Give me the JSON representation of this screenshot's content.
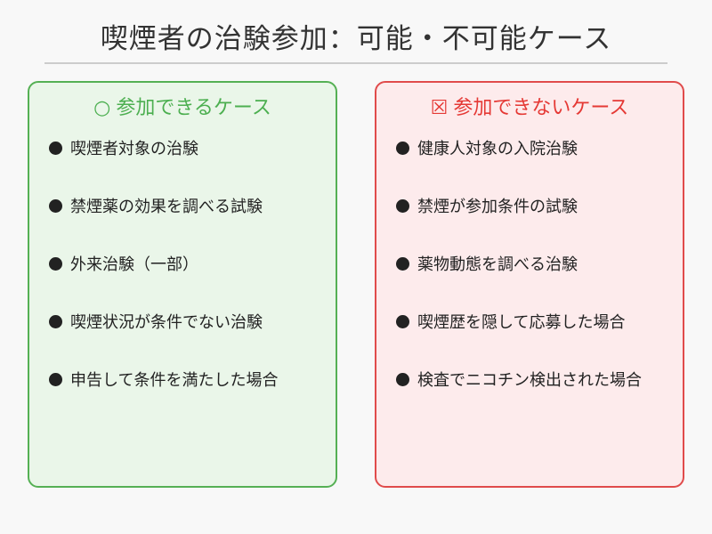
{
  "title": "喫煙者の治験参加：可能・不可能ケース",
  "ok_panel": {
    "icon": "○",
    "heading": "参加できるケース",
    "items": [
      "喫煙者対象の治験",
      "禁煙薬の効果を調べる試験",
      "外来治験（一部）",
      "喫煙状況が条件でない治験",
      "申告して条件を満たした場合"
    ]
  },
  "ng_panel": {
    "icon": "☒",
    "heading": "参加できないケース",
    "items": [
      "健康人対象の入院治験",
      "禁煙が参加条件の試験",
      "薬物動態を調べる治験",
      "喫煙歴を隠して応募した場合",
      "検査でニコチン検出された場合"
    ]
  },
  "colors": {
    "ok_accent": "#4caf50",
    "ng_accent": "#e53935",
    "ok_bg": "#eaf6e9",
    "ng_bg": "#fdebec"
  }
}
